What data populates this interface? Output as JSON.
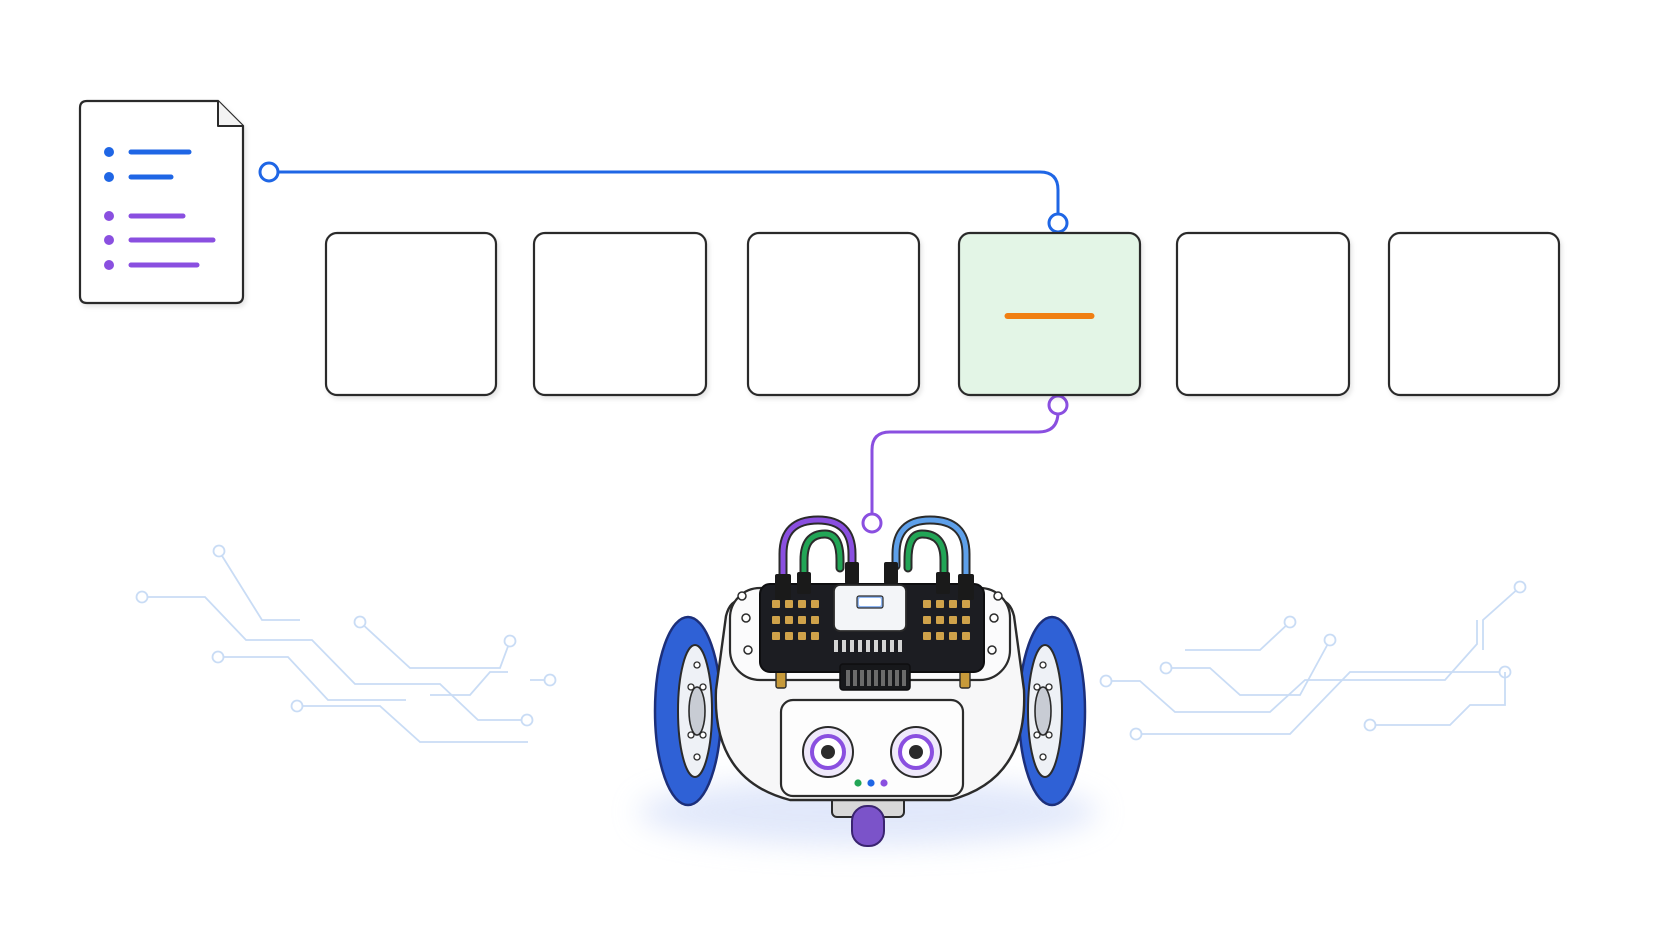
{
  "colors": {
    "background": "#ffffff",
    "outline": "#2b2b2b",
    "blue": "#1f66e5",
    "purple": "#8a4fe0",
    "green": "#22a556",
    "orange": "#f07f12",
    "highlight_fill": "#e3f5e6",
    "circuit": "#c9dcf5",
    "wheel": "#2f61d6",
    "board": "#1c1d22"
  },
  "document": {
    "icon": "document-list-icon",
    "bullets": [
      {
        "color": "blue",
        "length": 58
      },
      {
        "color": "blue",
        "length": 40
      },
      {
        "color": "purple",
        "length": 52
      },
      {
        "color": "purple",
        "length": 82
      },
      {
        "color": "purple",
        "length": 66
      }
    ]
  },
  "slots": {
    "count": 6,
    "active_index": 3,
    "active_mark": "orange-dash"
  },
  "connectors": [
    {
      "from": "document",
      "to": "active-slot-top",
      "color": "blue"
    },
    {
      "from": "active-slot-bottom",
      "to": "robot-board",
      "color": "purple"
    }
  ],
  "robot": {
    "icon": "robot-car-icon",
    "status_leds": [
      "green",
      "blue",
      "purple"
    ]
  }
}
